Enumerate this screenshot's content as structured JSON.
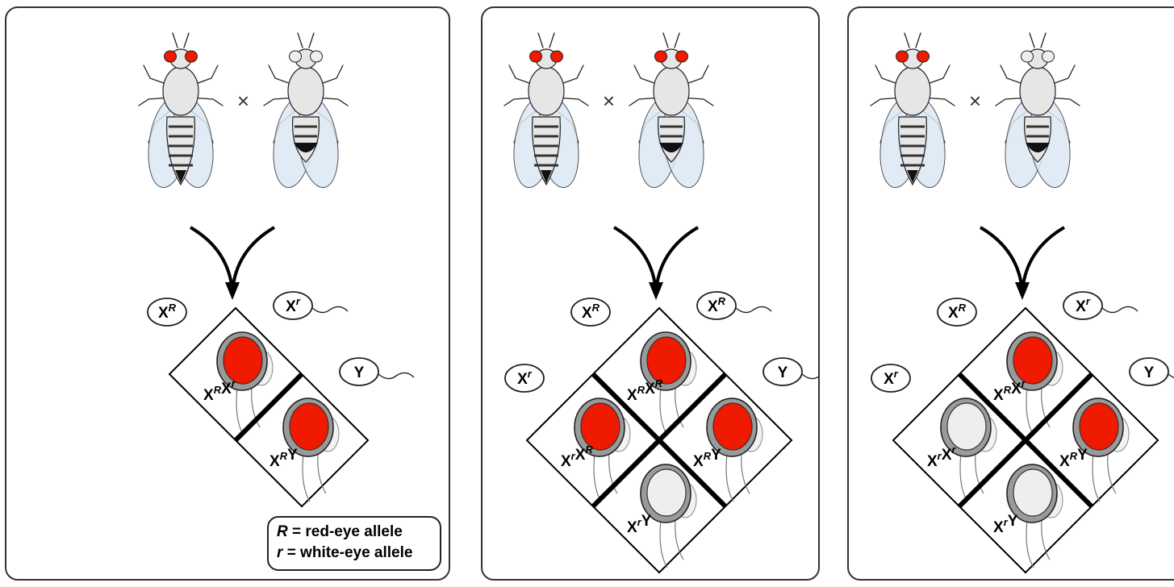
{
  "cross_symbol": "×",
  "legend": {
    "symbol_R": "R",
    "text_R": "= red-eye allele",
    "symbol_r": "r",
    "text_r": "= white-eye allele"
  },
  "colors": {
    "red_eye": "#f01a00",
    "white_eye": "#eeeeee",
    "outline": "#222222",
    "fly_body": "#e6e6e6",
    "wing": "#dbe7f3"
  },
  "panels": [
    {
      "female_eye": "red",
      "male_eye": "white",
      "female_gametes": [
        {
          "base": "X",
          "sup": "R"
        }
      ],
      "male_gametes": [
        {
          "base": "X",
          "sup": "r"
        },
        {
          "base": "Y",
          "sup": ""
        }
      ],
      "offspring": [
        {
          "label": [
            {
              "t": "X"
            },
            {
              "s": "R"
            },
            {
              "t": "X"
            },
            {
              "s": "r"
            }
          ],
          "eye": "red"
        },
        {
          "label": [
            {
              "t": "X"
            },
            {
              "s": "R"
            },
            {
              "t": "Y"
            }
          ],
          "eye": "red"
        }
      ]
    },
    {
      "female_eye": "red",
      "male_eye": "red",
      "female_gametes": [
        {
          "base": "X",
          "sup": "R"
        },
        {
          "base": "X",
          "sup": "r"
        }
      ],
      "male_gametes": [
        {
          "base": "X",
          "sup": "R"
        },
        {
          "base": "Y",
          "sup": ""
        }
      ],
      "offspring": [
        {
          "label": [
            {
              "t": "X"
            },
            {
              "s": "R"
            },
            {
              "t": "X"
            },
            {
              "s": "R"
            }
          ],
          "eye": "red"
        },
        {
          "label": [
            {
              "t": "X"
            },
            {
              "s": "R"
            },
            {
              "t": "Y"
            }
          ],
          "eye": "red"
        },
        {
          "label": [
            {
              "t": "X"
            },
            {
              "s": "r"
            },
            {
              "t": "X"
            },
            {
              "s": "R"
            }
          ],
          "eye": "red"
        },
        {
          "label": [
            {
              "t": "X"
            },
            {
              "s": "r"
            },
            {
              "t": "Y"
            }
          ],
          "eye": "white"
        }
      ]
    },
    {
      "female_eye": "red",
      "male_eye": "white",
      "female_gametes": [
        {
          "base": "X",
          "sup": "R"
        },
        {
          "base": "X",
          "sup": "r"
        }
      ],
      "male_gametes": [
        {
          "base": "X",
          "sup": "r"
        },
        {
          "base": "Y",
          "sup": ""
        }
      ],
      "offspring": [
        {
          "label": [
            {
              "t": "X"
            },
            {
              "s": "R"
            },
            {
              "t": "X"
            },
            {
              "s": "r"
            }
          ],
          "eye": "red"
        },
        {
          "label": [
            {
              "t": "X"
            },
            {
              "s": "R"
            },
            {
              "t": "Y"
            }
          ],
          "eye": "red"
        },
        {
          "label": [
            {
              "t": "X"
            },
            {
              "s": "r"
            },
            {
              "t": "X"
            },
            {
              "s": "r"
            }
          ],
          "eye": "white"
        },
        {
          "label": [
            {
              "t": "X"
            },
            {
              "s": "r"
            },
            {
              "t": "Y"
            }
          ],
          "eye": "white"
        }
      ]
    }
  ]
}
